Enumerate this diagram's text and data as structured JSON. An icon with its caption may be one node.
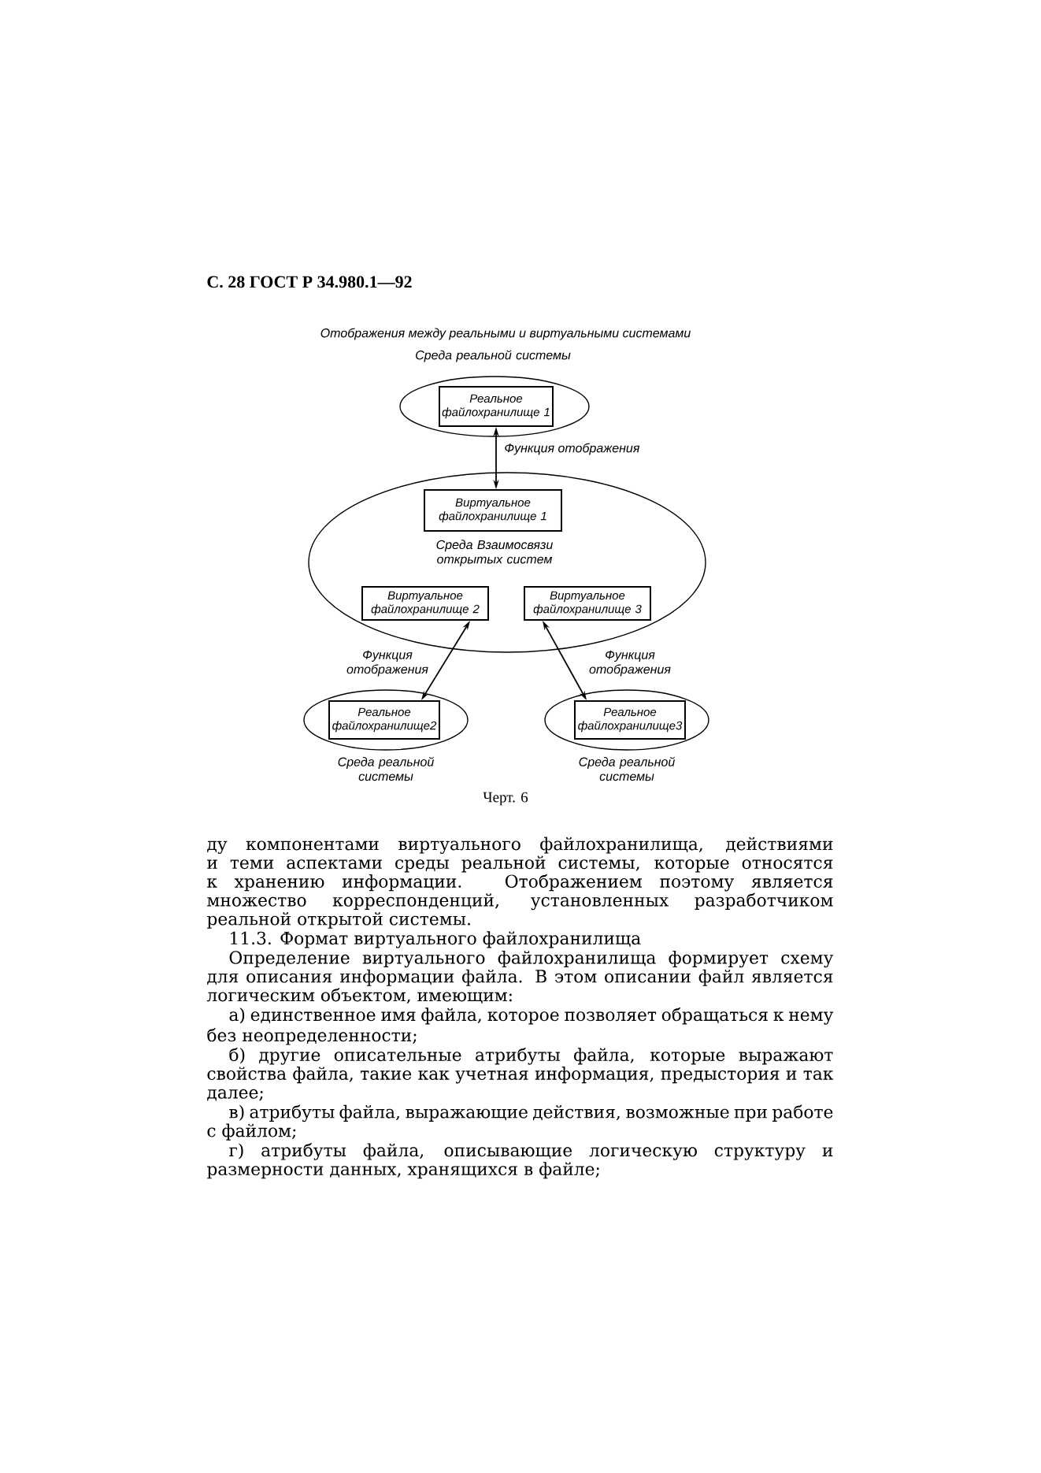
{
  "diagram": {
    "title": "Отображения между реальными и виртуальными системами",
    "caption": "Черт. 6",
    "nodes": [
      {
        "text": [
          "Среда реальной системы"
        ]
      },
      {
        "text": [
          "Реальное файлохранилище 1"
        ],
        "in": 0
      },
      {
        "text": [
          "Среда Взаимосвязи открытых систем"
        ]
      },
      {
        "text": [
          "Виртуальное файлохранилище 1"
        ],
        "in": 2
      },
      {
        "text": [
          "Виртуальное файлохранилище 2"
        ],
        "in": 2
      },
      {
        "text": [
          "Виртуальное файлохранилище 3"
        ],
        "in": 2
      },
      {
        "text": [
          "Среда реальной системы"
        ]
      },
      {
        "text": [
          "Реальное файлохранилище2"
        ],
        "in": 6
      },
      {
        "text": [
          "Среда реальной системы"
        ]
      },
      {
        "text": [
          "Реальное файлохранилище3"
        ],
        "in": 8
      }
    ],
    "edges": [
      {
        "from": 1,
        "to": 3,
        "arrow": "both",
        "label": "Функция отображения"
      },
      {
        "from": 4,
        "to": 7,
        "arrow": "both",
        "label": "Функция отображения"
      },
      {
        "from": 5,
        "to": 9,
        "arrow": "both",
        "label": "Функция отображения"
      }
    ],
    "labels": [
      "С. 28 ГОСТ Р 34.980.1—92",
      "ду компонентами виртуального файлохранилища, действиями и теми аспектами среды реальной системы, которые относятся к хранению информации. Отображением поэтому является множество корреспонденций, установленных разработчиком реальной открытой системы.",
      "11.3. Формат виртуального файлохранилища",
      "Определение виртуального файлохранилища формирует схему для описания информации файла. В этом описании файл является логическим объектом, имеющим:",
      "а) единственное имя файла, которое позволяет обращаться к нему без неопределенности;",
      "б) другие описательные атрибуты файла, которые выражают свойства файла, такие как учетная информация, предыстория и так далее;",
      "в) атрибуты файла, выражающие действия, возможные при работе с файлом;",
      "г) атрибуты файла, описывающие логическую структуру и размерности данных, хранящихся в файле;"
    ]
  }
}
